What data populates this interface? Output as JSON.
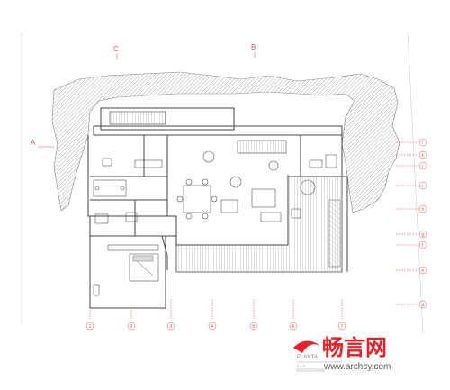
{
  "sections": {
    "top_left": "C",
    "top_right": "B",
    "left": "A"
  },
  "axes_bottom": [
    "1",
    "2",
    "3",
    "4",
    "5",
    "6",
    "7"
  ],
  "axes_right": [
    "l",
    "k",
    "j",
    "i",
    "h",
    "g",
    "f",
    "e",
    "d"
  ],
  "title_block": {
    "plan_label": "PLANTA",
    "scale_digits": "0  1  5"
  },
  "watermark": {
    "brand": "畅言网",
    "url": "www.archcy.com"
  },
  "colors": {
    "annotation": "#d9534f",
    "line": "#444444",
    "hatch": "#9a9a9a",
    "brand": "#e8202a"
  }
}
